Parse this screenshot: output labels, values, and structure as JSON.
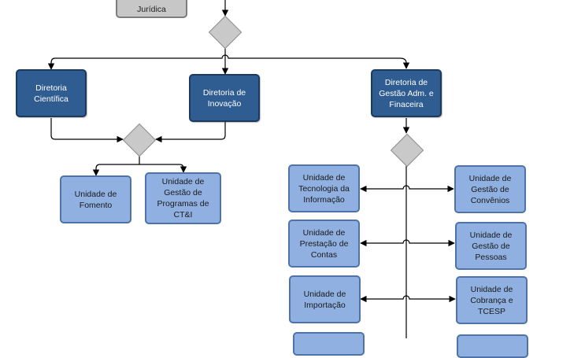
{
  "top_box": {
    "label": "Jurídica"
  },
  "directorates": {
    "cientifica": "Diretoria\nCientífica",
    "inovacao": "Diretoria de\nInovação",
    "gestao": "Diretoria de\nGestão Adm. e\nFinaceira"
  },
  "units_left": {
    "fomento": "Unidade de\nFomento",
    "programas": "Unidade de\nGestão de\nProgramas de\nCT&I"
  },
  "units_right_col1": [
    "Unidade de\nTecnologia da\nInformação",
    "Unidade de\nPrestação de\nContas",
    "Unidade de\nImportação",
    ""
  ],
  "units_right_col2": [
    "Unidade de\nGestão de\nConvênios",
    "Unidade  de\nGestão de\nPessoas",
    "Unidade de\nCobrança e\nTCESP",
    ""
  ],
  "colors": {
    "directorate_fill": "#2f5c91",
    "unit_fill": "#8fb0e0",
    "gateway_fill": "#c9c9c9",
    "top_box_fill": "#c7c7c7"
  }
}
